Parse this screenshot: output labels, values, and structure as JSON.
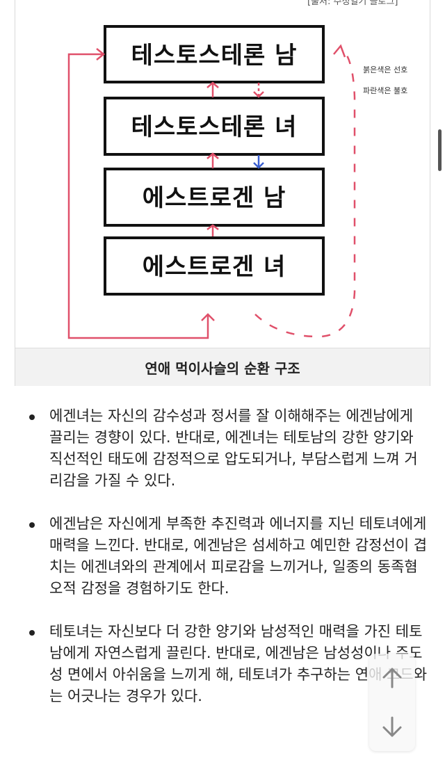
{
  "figure": {
    "source_note": "[출처: 주정일기 블로그]",
    "boxes": [
      "테스토스테론 남",
      "테스토스테론 녀",
      "에스트로겐 남",
      "에스트로겐 녀"
    ],
    "legend": [
      "붉은색은 선호",
      "파란색은 불호"
    ],
    "caption": "연애 먹이사슬의 순환 구조",
    "colors": {
      "preference": "#e0506a",
      "dislike": "#3a5fd0",
      "box_border": "#111111"
    }
  },
  "bullets": [
    "에겐녀는 자신의 감수성과 정서를 잘 이해해주는 에겐남에게 끌리는 경향이 있다. 반대로, 에겐녀는 테토남의 강한 양기와 직선적인 태도에 감정적으로 압도되거나, 부담스럽게 느껴 거리감을 가질 수 있다.",
    "에겐남은 자신에게 부족한 추진력과 에너지를 지닌 테토녀에게 매력을 느낀다. 반대로, 에겐남은 섬세하고 예민한 감정선이 겹치는 에겐녀와의 관계에서 피로감을 느끼거나, 일종의 동족혐오적 감정을 경험하기도 한다.",
    "테토녀는 자신보다 더 강한 양기와 남성적인 매력을 가진 테토남에게 자연스럽게 끌린다. 반대로, 에겐남은 남성성이나 주도성 면에서 아쉬움을 느끼게 해, 테토녀가 추구하는 연애 코드와는 어긋나는 경우가 있다."
  ],
  "nav": {
    "up_icon": "arrow-up-icon",
    "down_icon": "arrow-down-icon"
  }
}
